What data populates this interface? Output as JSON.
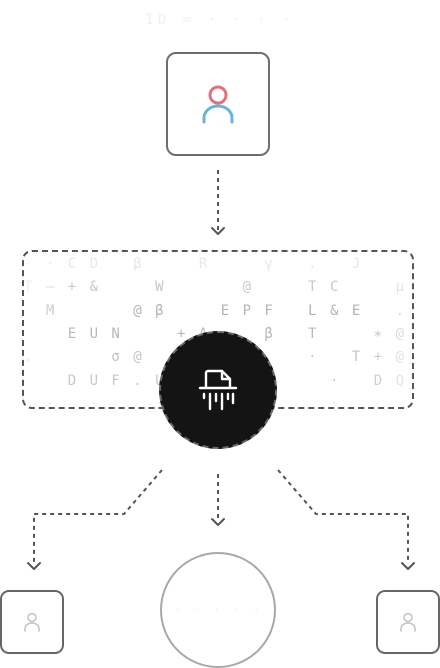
{
  "header": {
    "faint_text": "ID = · · · ·"
  },
  "sender": {
    "icon": "user-icon",
    "colors": {
      "head": "#e07080",
      "body": "#6ab2e0"
    }
  },
  "ciphertext": {
    "rows": [
      {
        "text": "· · C D   β     R     γ   .   J     ·     Q   ·   ·",
        "color": "#e8e8e8"
      },
      {
        "text": "T — + &     W       @     T C     μ ∗     F W Q     ·",
        "color": "#c8c8c8"
      },
      {
        "text": "  M       @ β     E P F   L & E   . γ σ     Z A T C",
        "color": "#b4b4b4"
      },
      {
        "text": "    E U N     + A     β   T     ∗ @ θ F N T R G",
        "color": "#b8b8b8"
      },
      {
        "text": ".       σ @     H μ       ·   T + @     Q     G M",
        "color": "#c4c4c4"
      },
      {
        "text": "    D U F . U               ·   D Q V .   ∗ β",
        "color": "#c8c8c8"
      },
      {
        "text": "· ·   ·     ·   ·           ·   ·     ·   ·",
        "color": "#ececec"
      }
    ]
  },
  "shredder": {
    "icon": "file-shredder-icon",
    "fill": "#141414"
  },
  "recipients": [
    {
      "icon": "user-icon",
      "color": "#c4c4c4"
    },
    {
      "icon": "user-icon",
      "color": "#c4c4c4"
    }
  ],
  "result": {
    "faint_text": "· · · · ·"
  }
}
